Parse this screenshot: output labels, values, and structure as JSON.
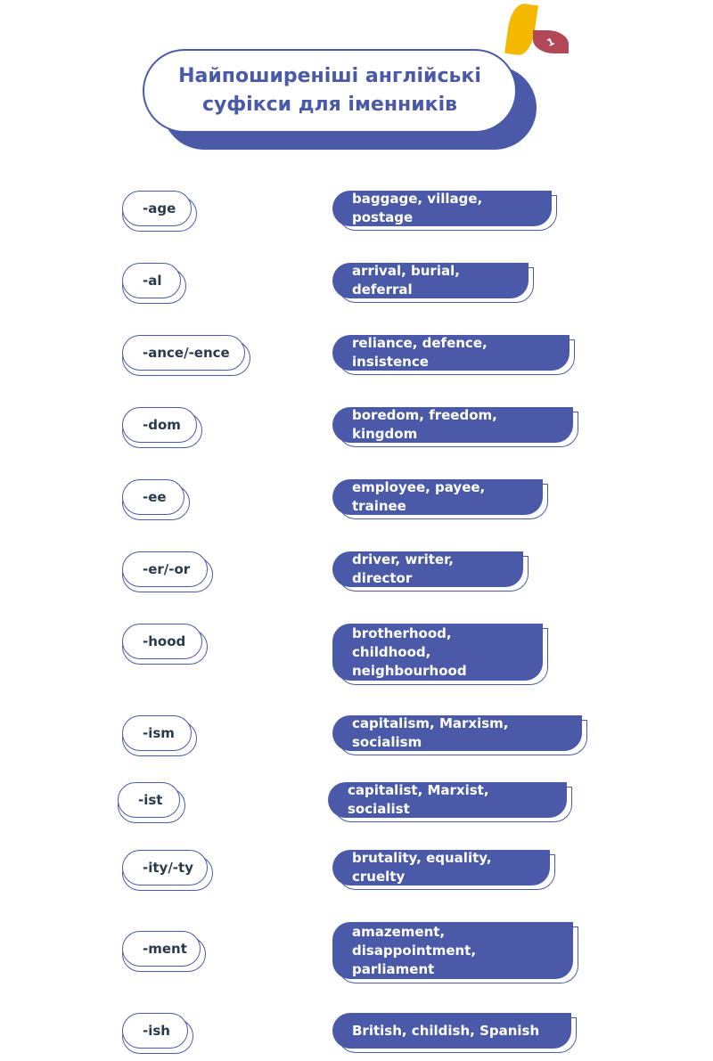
{
  "title": "Найпоширеніші англійські\nсуфікси для іменників",
  "badge_number": "1",
  "colors": {
    "primary": "#4a5aa8",
    "text_dark": "#2b3a4a",
    "leaf_yellow": "#f5b800",
    "leaf_red": "#b24757"
  },
  "rows": [
    {
      "suffix": "-age",
      "examples": "baggage, village, postage"
    },
    {
      "suffix": "-al",
      "examples": "arrival, burial, deferral"
    },
    {
      "suffix": "-ance/-ence",
      "examples": "reliance, defence, insistence"
    },
    {
      "suffix": "-dom",
      "examples": "boredom, freedom, kingdom"
    },
    {
      "suffix": "-ee",
      "examples": "employee, payee, trainee"
    },
    {
      "suffix": "-er/-or",
      "examples": "driver, writer, director"
    },
    {
      "suffix": "-hood",
      "examples": "brotherhood, childhood,\nneighbourhood"
    },
    {
      "suffix": "-ism",
      "examples": "capitalism, Marxism, socialism"
    },
    {
      "suffix": "-ist",
      "examples": "capitalist, Marxist, socialist"
    },
    {
      "suffix": "-ity/-ty",
      "examples": "brutality, equality, cruelty"
    },
    {
      "suffix": "-ment",
      "examples": "amazement, disappointment,\nparliament"
    },
    {
      "suffix": "-ish",
      "examples": "British, childish, Spanish"
    }
  ]
}
